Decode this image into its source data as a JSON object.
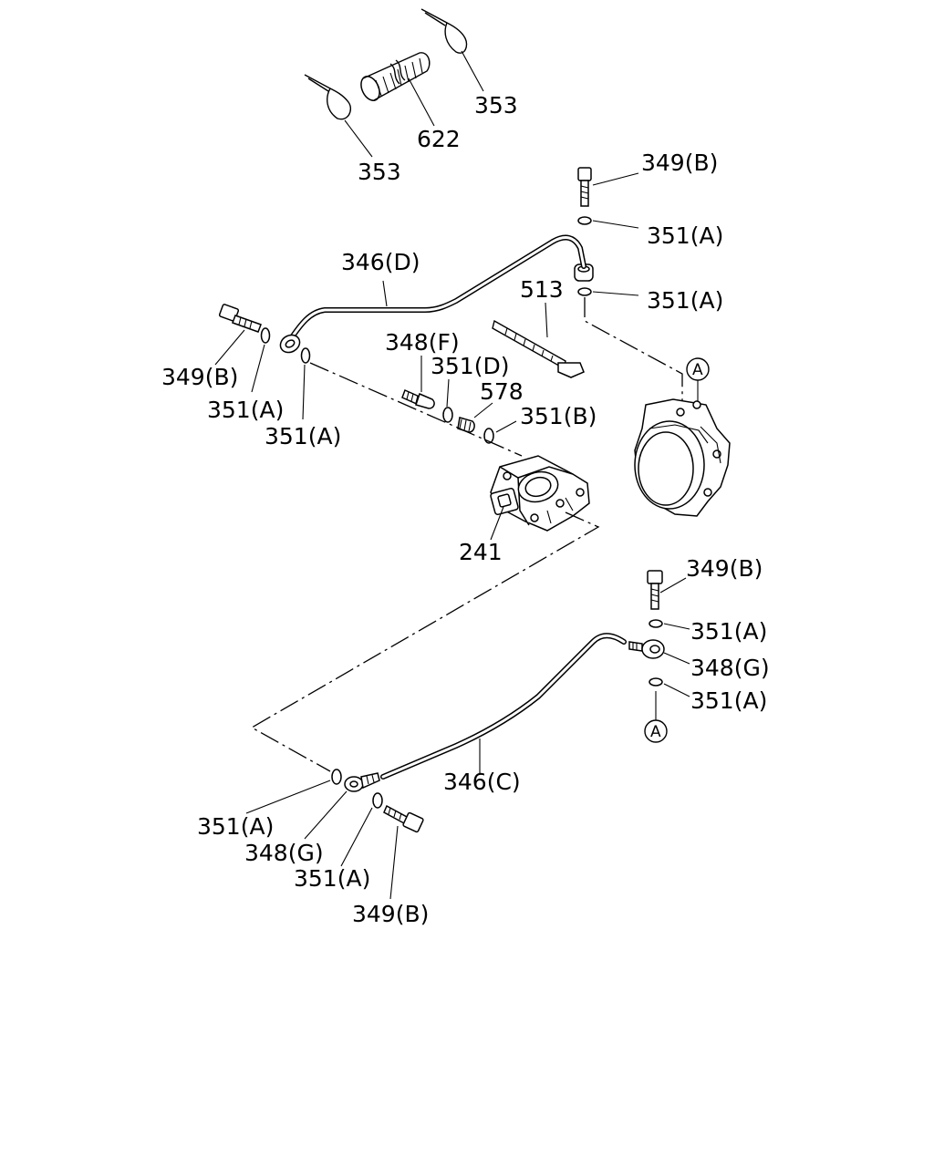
{
  "labels": {
    "clip_top_right": "353",
    "hose": "622",
    "clip_left": "353",
    "bolt_upper_right": "349(B)",
    "washer_upper_right_1": "351(A)",
    "washer_upper_right_2": "351(A)",
    "pipe_upper": "346(D)",
    "tie": "513",
    "bolt_upper_left": "349(B)",
    "washer_upper_left_1": "351(A)",
    "washer_upper_left_2": "351(A)",
    "fitting_f": "348(F)",
    "washer_d": "351(D)",
    "plug": "578",
    "washer_b": "351(B)",
    "pump": "241",
    "bolt_lower_right": "349(B)",
    "washer_lower_right_1": "351(A)",
    "fitting_g_right": "348(G)",
    "washer_lower_right_2": "351(A)",
    "pipe_lower": "346(C)",
    "washer_lower_left_1": "351(A)",
    "fitting_g_left": "348(G)",
    "washer_lower_left_2": "351(A)",
    "bolt_lower_left": "349(B)"
  },
  "ref_markers": {
    "upper": "A",
    "lower": "A"
  }
}
